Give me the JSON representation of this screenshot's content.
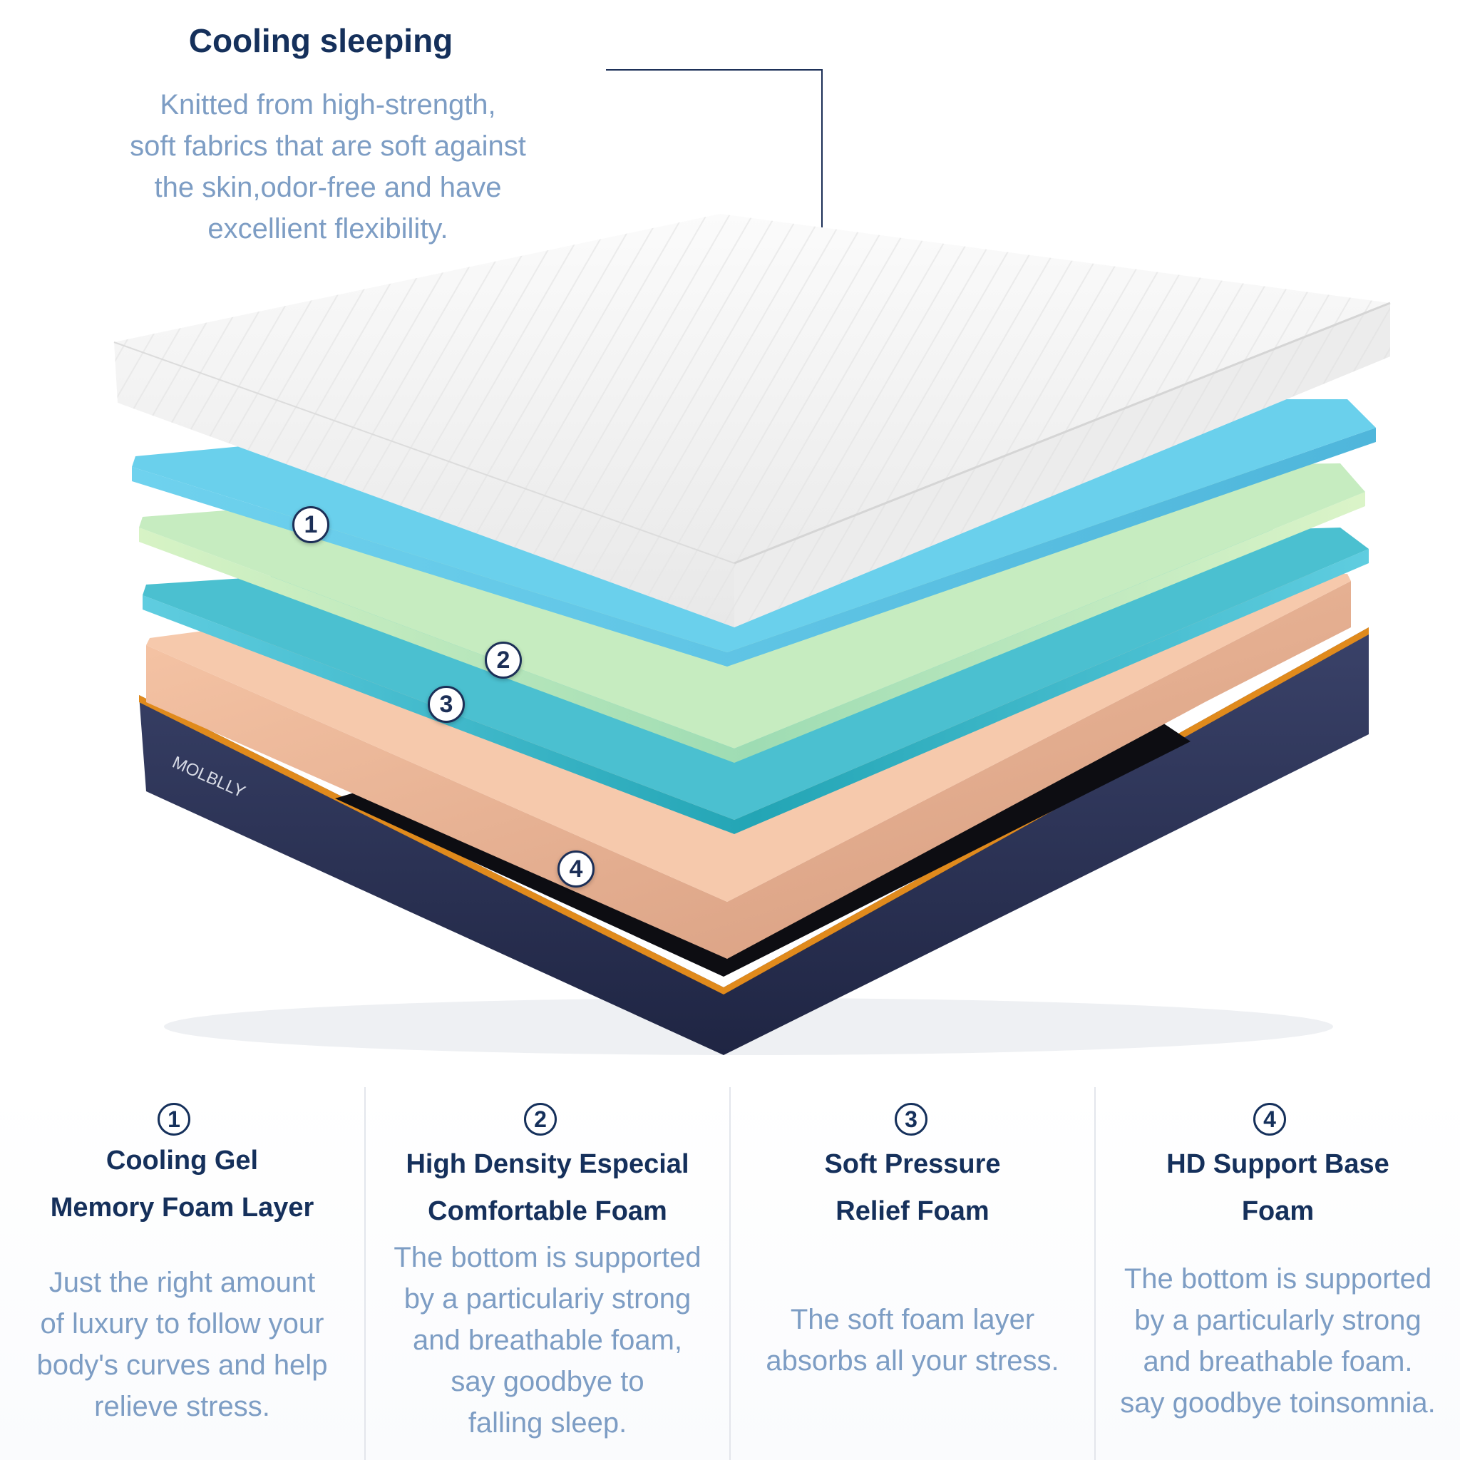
{
  "hero": {
    "title": "Cooling sleeping",
    "description_lines": [
      "Knitted from high-strength,",
      "soft fabrics that are soft against",
      "the skin,odor-free and have",
      "excellient flexibility."
    ]
  },
  "brand": "MOLBLLY",
  "layer_markers": [
    "1",
    "2",
    "3",
    "4"
  ],
  "features": [
    {
      "number": "1",
      "title_lines": [
        "Cooling Gel",
        "Memory Foam Layer"
      ],
      "description_lines": [
        "Just the right amount",
        "of luxury to follow your",
        "body's curves and help",
        "relieve stress."
      ]
    },
    {
      "number": "2",
      "title_lines": [
        "High Density Especial",
        "Comfortable Foam"
      ],
      "description_lines": [
        "The bottom is supported",
        "by a particulariy strong",
        "and breathable foam,",
        "say goodbye to",
        "falling sleep."
      ]
    },
    {
      "number": "3",
      "title_lines": [
        "Soft Pressure",
        "Relief Foam"
      ],
      "description_lines": [
        "The soft foam layer",
        "absorbs all your stress."
      ]
    },
    {
      "number": "4",
      "title_lines": [
        "HD Support Base",
        "Foam"
      ],
      "description_lines": [
        "The bottom is supported",
        "by a particularly strong",
        "and breathable foam.",
        "say goodbye toinsomnia."
      ]
    }
  ],
  "colors": {
    "title": "#15305b",
    "body_text": "#7d9dc4",
    "cover": "#f7f7f7",
    "gel_layer": "#5fc4e4",
    "comfort_layer": "#c9efb8",
    "relief_layer": "#2fb3c2",
    "base_layer": "#f3b28f",
    "base_cover": "#2a3152",
    "trim": "#e08a1c"
  }
}
